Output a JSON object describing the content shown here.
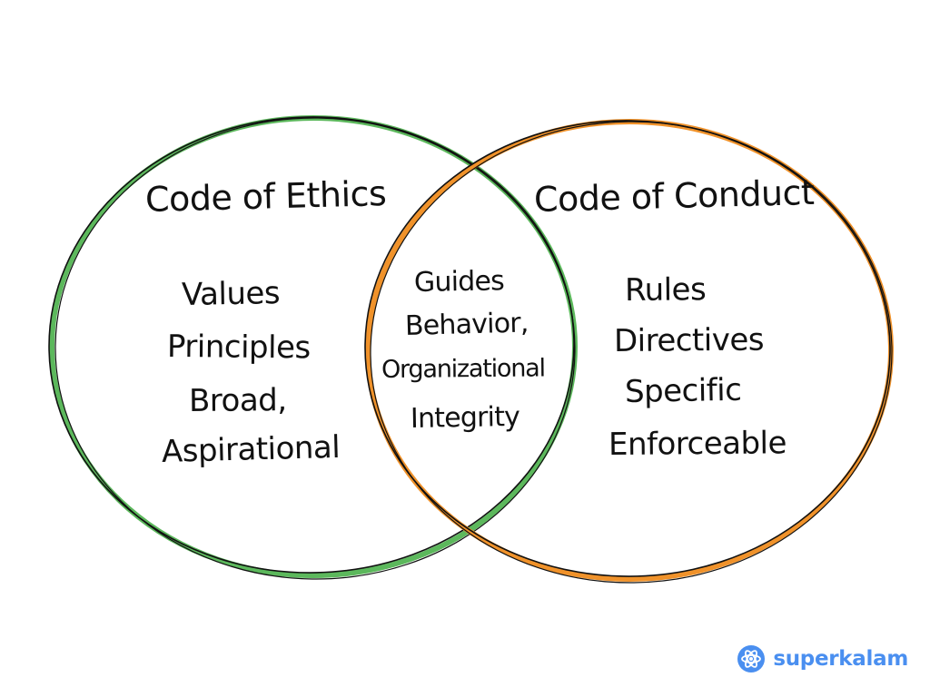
{
  "colors": {
    "left_circle": "#5cb85c",
    "right_circle": "#f0922a",
    "outline": "#111111",
    "logo": "#4a8ff0"
  },
  "left": {
    "title": "Code of Ethics",
    "items": [
      "Values",
      "Principles",
      "Broad,",
      "Aspirational"
    ]
  },
  "right": {
    "title": "Code of Conduct",
    "items": [
      "Rules",
      "Directives",
      "Specific",
      "Enforceable"
    ]
  },
  "overlap": {
    "items": [
      "Guides",
      "Behavior,",
      "Organizational",
      "Integrity"
    ]
  },
  "logo": {
    "text": "superkalam",
    "icon": "atom-icon"
  }
}
